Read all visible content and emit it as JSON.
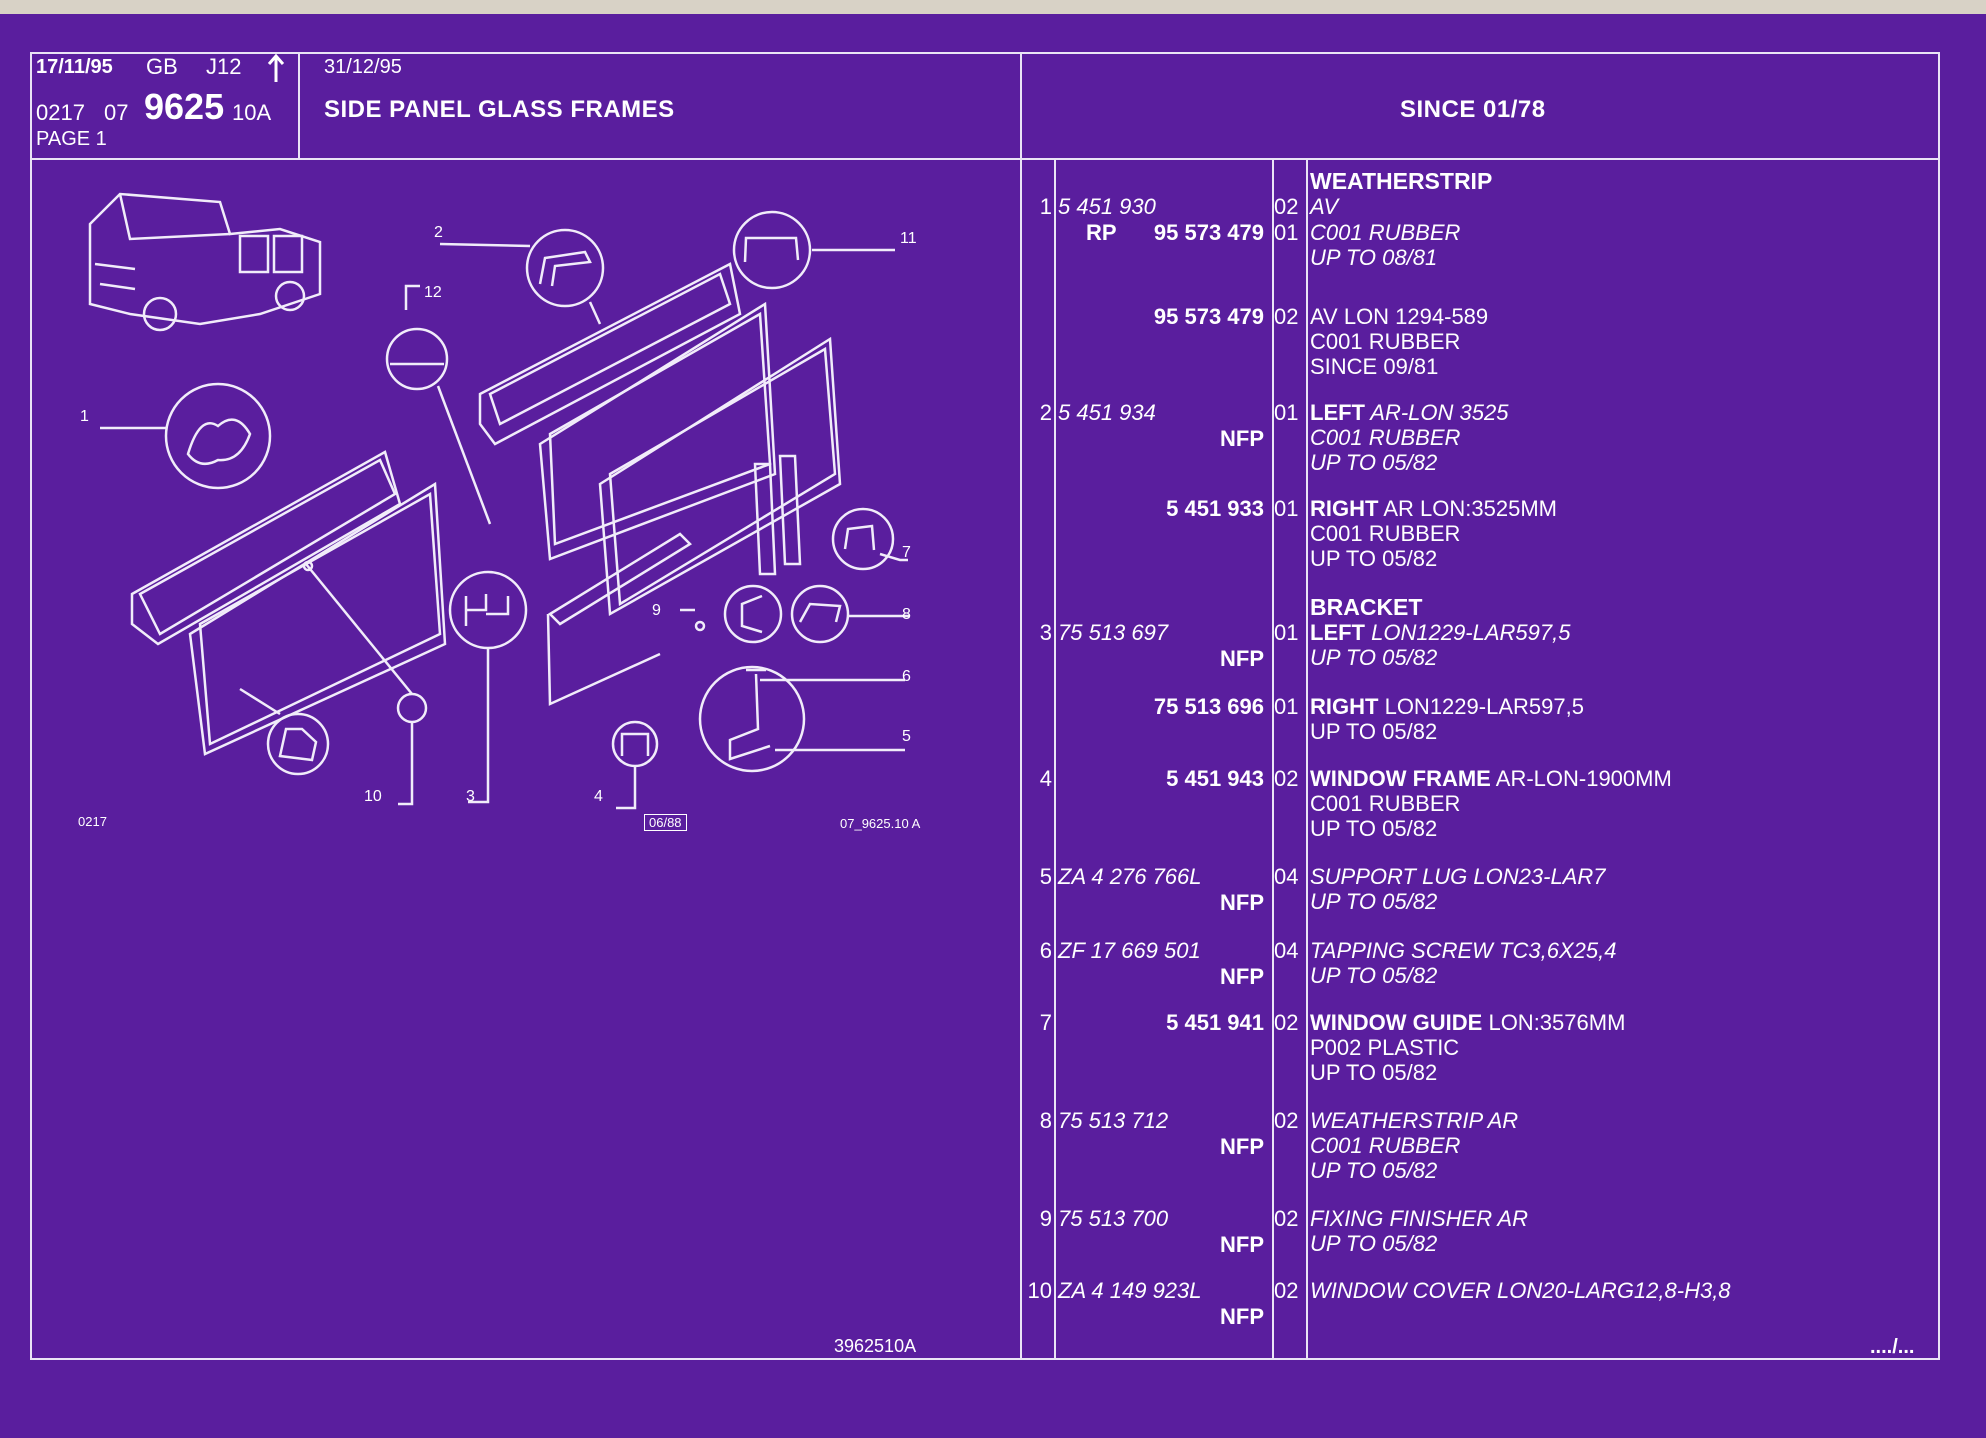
{
  "header": {
    "date1": "17/11/95",
    "lang": "GB",
    "model": "J12",
    "arrow": "up-arrow-icon",
    "doc_a": "0217",
    "doc_b": "07",
    "doc_num": "9625",
    "doc_rev": "10A",
    "page": "PAGE 1",
    "date2": "31/12/95",
    "title": "SIDE PANEL GLASS FRAMES",
    "since": "SINCE 01/78"
  },
  "drawing": {
    "callouts": [
      "1",
      "2",
      "3",
      "4",
      "5",
      "6",
      "7",
      "8",
      "9",
      "10",
      "11",
      "12"
    ],
    "code_left": "0217",
    "date_box": "06/88",
    "ref_code": "07_9625.10 A",
    "bottom_ref": "3962510A",
    "continue": "..../..."
  },
  "parts": [
    {
      "no": "1",
      "pn": "5 451 930",
      "prefix": "",
      "pn_style": "italic",
      "qty": "02",
      "lines": [
        {
          "text": "AV",
          "style": "italic"
        }
      ]
    },
    {
      "no": "",
      "pn": "95 573 479",
      "prefix": "RP",
      "pn_style": "bold",
      "qty": "01",
      "lines": [
        {
          "text": "C001 RUBBER",
          "style": "italic"
        },
        {
          "text": "UP TO 08/81",
          "style": "italic"
        }
      ]
    },
    {
      "no": "",
      "pn": "95 573 479",
      "prefix": "",
      "pn_style": "bold",
      "qty": "02",
      "lines": [
        {
          "text": "AV LON 1294-589",
          "style": "normal"
        },
        {
          "text": "C001 RUBBER",
          "style": "normal"
        },
        {
          "text": "SINCE 09/81",
          "style": "normal"
        }
      ]
    },
    {
      "no": "2",
      "pn": "5 451 934",
      "prefix": "",
      "pn_style": "italic",
      "qty": "01",
      "lines": [
        {
          "bold": "LEFT",
          "rest": "AR-LON 3525",
          "style": "italic"
        },
        {
          "text": "C001 RUBBER",
          "style": "italic"
        },
        {
          "text": "UP TO 05/82",
          "style": "italic"
        }
      ]
    },
    {
      "no": "",
      "pn": "NFP",
      "prefix": "",
      "pn_style": "bold",
      "qty": "",
      "lines": []
    },
    {
      "no": "",
      "pn": "5 451 933",
      "prefix": "",
      "pn_style": "bold",
      "qty": "01",
      "lines": [
        {
          "bold": "RIGHT",
          "rest": "AR LON:3525MM",
          "style": "normal"
        },
        {
          "text": "C001 RUBBER",
          "style": "normal"
        },
        {
          "text": "UP TO 05/82",
          "style": "normal"
        }
      ]
    },
    {
      "no": "",
      "pn": "",
      "prefix": "",
      "pn_style": "bold",
      "qty": "",
      "lines": [
        {
          "text": "BRACKET",
          "style": "bold"
        }
      ]
    },
    {
      "no": "3",
      "pn": "75 513 697",
      "prefix": "",
      "pn_style": "italic",
      "qty": "01",
      "lines": [
        {
          "bold": "LEFT",
          "rest": "LON1229-LAR597,5",
          "style": "italic"
        },
        {
          "text": "UP TO 05/82",
          "style": "italic"
        }
      ]
    },
    {
      "no": "",
      "pn": "NFP",
      "prefix": "",
      "pn_style": "bold",
      "qty": "",
      "lines": []
    },
    {
      "no": "",
      "pn": "75 513 696",
      "prefix": "",
      "pn_style": "bold",
      "qty": "01",
      "lines": [
        {
          "bold": "RIGHT",
          "rest": "LON1229-LAR597,5",
          "style": "normal"
        },
        {
          "text": "UP TO 05/82",
          "style": "normal"
        }
      ]
    },
    {
      "no": "4",
      "pn": "5 451 943",
      "prefix": "",
      "pn_style": "bold",
      "qty": "02",
      "lines": [
        {
          "bold": "WINDOW FRAME",
          "rest": "AR-LON-1900MM",
          "style": "normal"
        },
        {
          "text": "C001 RUBBER",
          "style": "normal"
        },
        {
          "text": "UP TO 05/82",
          "style": "normal"
        }
      ]
    },
    {
      "no": "5",
      "pn": "ZA 4 276 766L",
      "prefix": "",
      "pn_style": "italic",
      "qty": "04",
      "lines": [
        {
          "text": "SUPPORT LUG LON23-LAR7",
          "style": "italic"
        },
        {
          "text": "UP TO 05/82",
          "style": "italic"
        }
      ]
    },
    {
      "no": "",
      "pn": "NFP",
      "prefix": "",
      "pn_style": "bold",
      "qty": "",
      "lines": []
    },
    {
      "no": "6",
      "pn": "ZF 17 669 501",
      "prefix": "",
      "pn_style": "italic",
      "qty": "04",
      "lines": [
        {
          "text": "TAPPING SCREW TC3,6X25,4",
          "style": "italic"
        },
        {
          "text": "UP TO 05/82",
          "style": "italic"
        }
      ]
    },
    {
      "no": "",
      "pn": "NFP",
      "prefix": "",
      "pn_style": "bold",
      "qty": "",
      "lines": []
    },
    {
      "no": "7",
      "pn": "5 451 941",
      "prefix": "",
      "pn_style": "bold",
      "qty": "02",
      "lines": [
        {
          "bold": "WINDOW GUIDE",
          "rest": "LON:3576MM",
          "style": "normal"
        },
        {
          "text": "P002 PLASTIC",
          "style": "normal"
        },
        {
          "text": "UP TO 05/82",
          "style": "normal"
        }
      ]
    },
    {
      "no": "8",
      "pn": "75 513 712",
      "prefix": "",
      "pn_style": "italic",
      "qty": "02",
      "lines": [
        {
          "text": "WEATHERSTRIP AR",
          "style": "italic"
        },
        {
          "text": "C001 RUBBER",
          "style": "italic"
        },
        {
          "text": "UP TO 05/82",
          "style": "italic"
        }
      ]
    },
    {
      "no": "",
      "pn": "NFP",
      "prefix": "",
      "pn_style": "bold",
      "qty": "",
      "lines": []
    },
    {
      "no": "9",
      "pn": "75 513 700",
      "prefix": "",
      "pn_style": "italic",
      "qty": "02",
      "lines": [
        {
          "text": "FIXING FINISHER AR",
          "style": "italic"
        },
        {
          "text": "UP TO 05/82",
          "style": "italic"
        }
      ]
    },
    {
      "no": "",
      "pn": "NFP",
      "prefix": "",
      "pn_style": "bold",
      "qty": "",
      "lines": []
    },
    {
      "no": "10",
      "pn": "ZA 4 149 923L",
      "prefix": "",
      "pn_style": "italic",
      "qty": "02",
      "lines": [
        {
          "text": "WINDOW COVER LON20-LARG12,8-H3,8",
          "style": "italic"
        }
      ]
    },
    {
      "no": "",
      "pn": "NFP",
      "prefix": "",
      "pn_style": "bold",
      "qty": "",
      "lines": []
    }
  ],
  "weatherstrip_heading": "WEATHERSTRIP",
  "colors": {
    "background": "#5a1e9e",
    "ink": "#ffffff"
  }
}
